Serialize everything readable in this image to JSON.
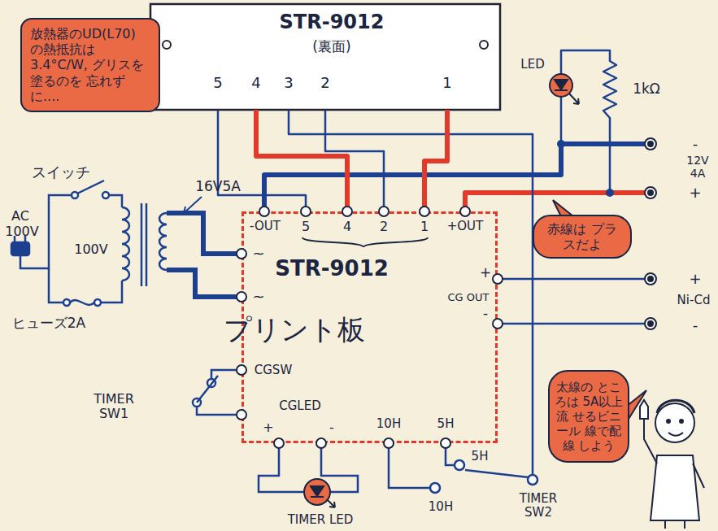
{
  "diagram": {
    "nodes": [
      {
        "text": [
          "放熱器のUD(L70) の熱抵抗は3.4°C/W, グリスを塗るのを 忘れずに...."
        ]
      },
      {
        "text": [
          "STR-9012",
          "(裏面)",
          "5",
          "4",
          "3",
          "2",
          "1"
        ]
      },
      {
        "text": [
          "STR-9012",
          "プリント板"
        ]
      },
      {
        "text": [
          "赤線は プラスだよ"
        ]
      },
      {
        "text": [
          "太線の ところは 5A以上流 せるビニール 線で配線 しよう"
        ]
      }
    ],
    "edges": [
      {
        "from": 1,
        "to": 2,
        "arrow": "none"
      },
      {
        "from": 1,
        "to": 2,
        "arrow": "none"
      },
      {
        "from": 1,
        "to": 2,
        "arrow": "none"
      },
      {
        "from": 1,
        "to": 2,
        "arrow": "none"
      }
    ],
    "labels": [
      "スイッチ",
      "AC",
      "100V",
      "100V",
      "16V5A",
      "ヒューズ2A",
      "~",
      "~",
      "-OUT",
      "5",
      "4",
      "2",
      "1",
      "+OUT",
      "+",
      "CG OUT",
      "-",
      "CGSW",
      "CGLED",
      "+",
      "-",
      "10H",
      "5H",
      "5H",
      "10H",
      "TIMER SW1",
      "TIMER LED",
      "TIMER SW2",
      "LED",
      "1kΩ",
      "-",
      "12V 4A",
      "+",
      "+",
      "Ni-Cd",
      "-"
    ]
  }
}
